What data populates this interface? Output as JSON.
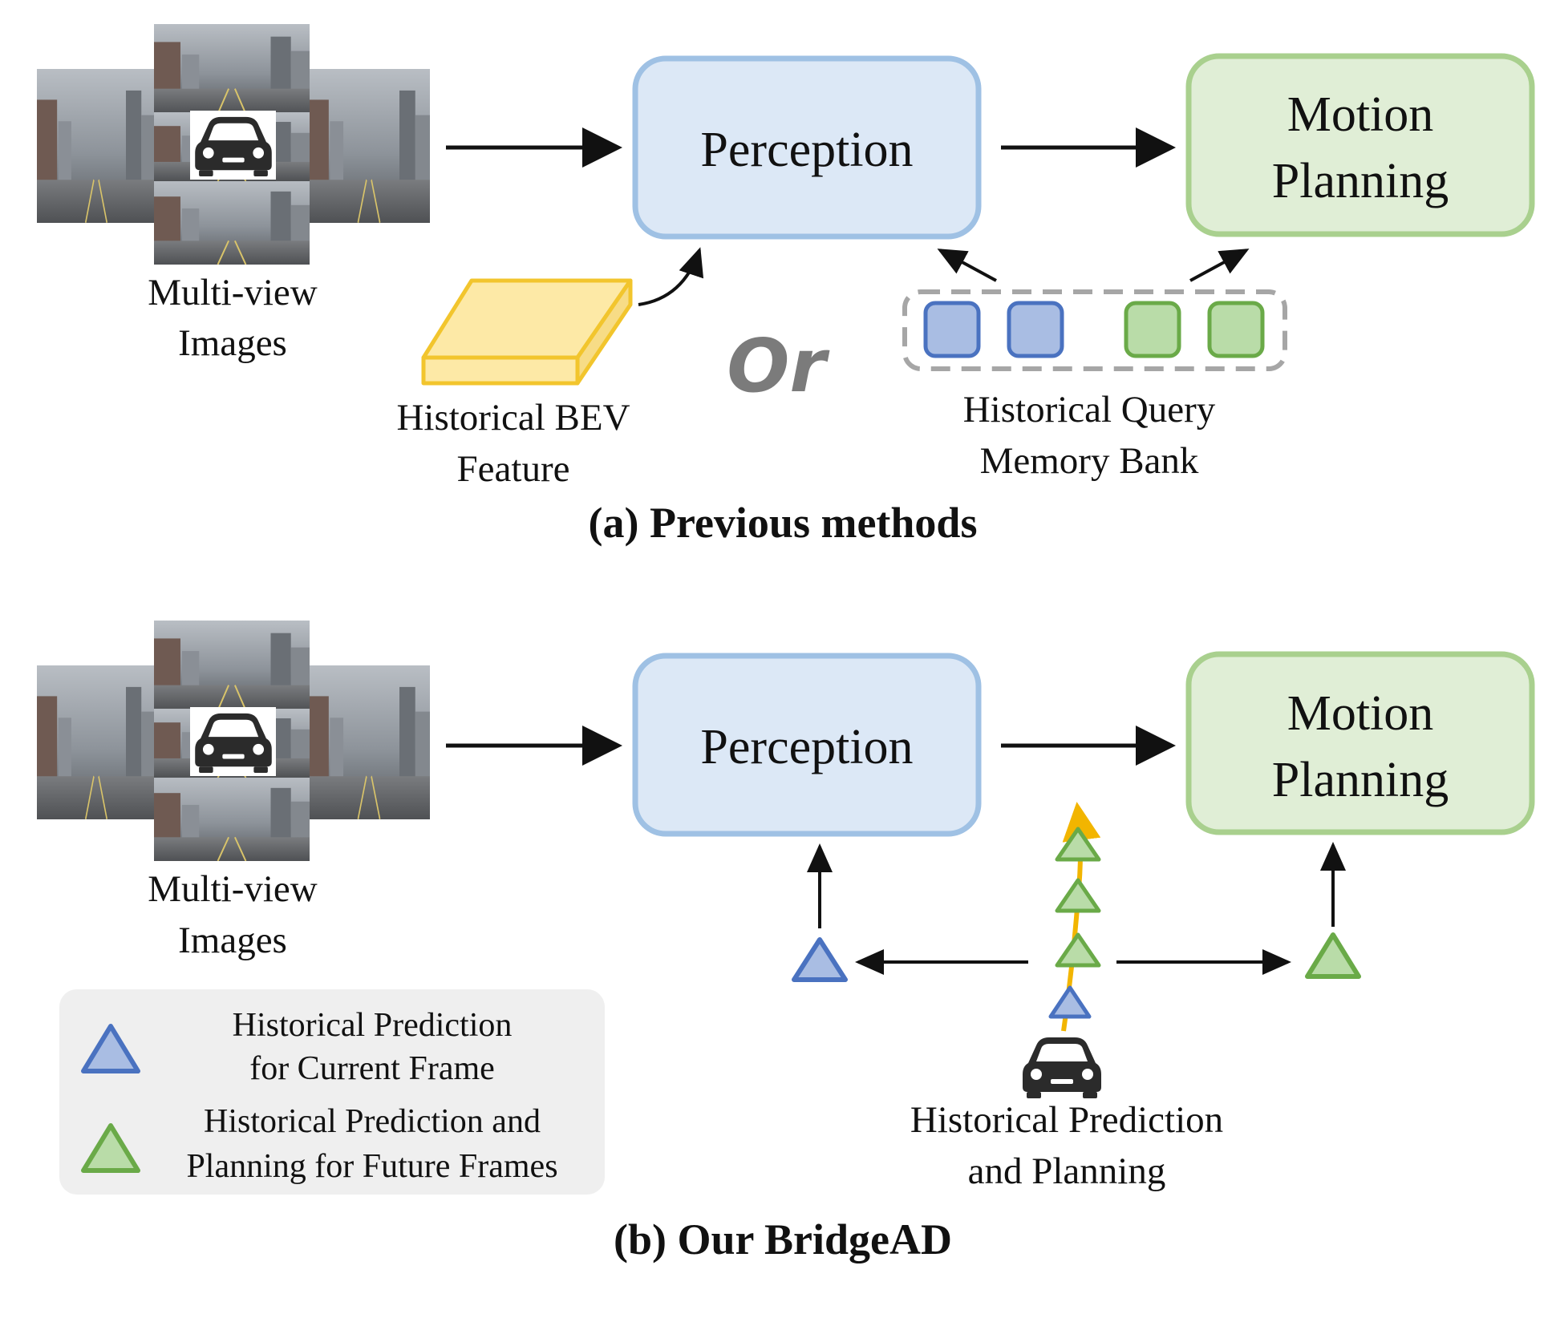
{
  "panel_a": {
    "images_label_line1": "Multi-view",
    "images_label_line2": "Images",
    "perception_label": "Perception",
    "planning_line1": "Motion",
    "planning_line2": "Planning",
    "bev_line1": "Historical BEV",
    "bev_line2": "Feature",
    "or_label": "Or",
    "memory_line1": "Historical Query",
    "memory_line2": "Memory Bank",
    "caption": "(a) Previous methods"
  },
  "panel_b": {
    "images_label_line1": "Multi-view",
    "images_label_line2": "Images",
    "perception_label": "Perception",
    "planning_line1": "Motion",
    "planning_line2": "Planning",
    "history_line1": "Historical Prediction",
    "history_line2": "and Planning",
    "caption": "(b) Our BridgeAD"
  },
  "legend": {
    "item1_line1": "Historical Prediction",
    "item1_line2": "for Current Frame",
    "item2_line1": "Historical Prediction and",
    "item2_line2": "Planning for Future Frames"
  },
  "colors": {
    "perception_fill": "#dce8f6",
    "perception_stroke": "#9fc1e4",
    "planning_fill": "#e0eed6",
    "planning_stroke": "#a9d08e",
    "blue_query_fill": "#a9bde3",
    "blue_query_stroke": "#4a72c0",
    "green_query_fill": "#b9dca8",
    "green_query_stroke": "#6aaa48",
    "bev_fill": "#fde9a6",
    "bev_stroke": "#f2c52d",
    "trajectory": "#f2b500",
    "legend_bg": "#efefef"
  },
  "icons": {
    "car": "car-icon",
    "current_prediction": "blue-triangle-icon",
    "future_prediction": "green-triangle-icon"
  }
}
